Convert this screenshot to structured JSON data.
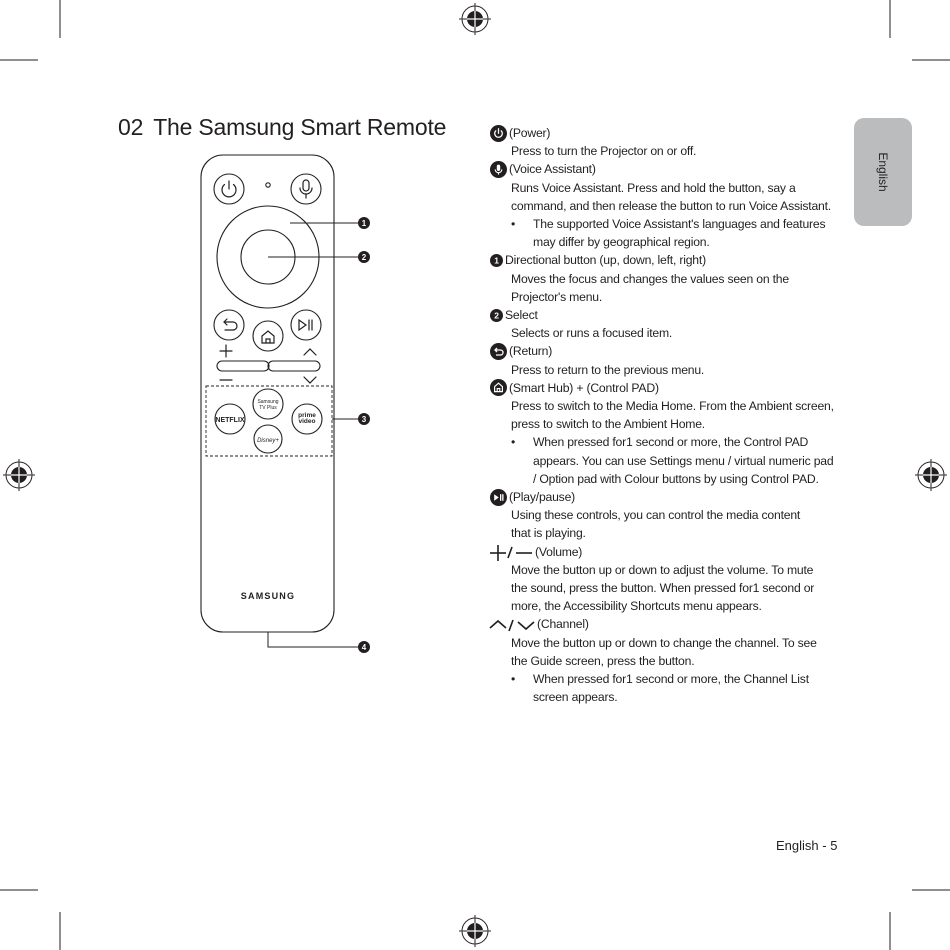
{
  "page": {
    "chapter_number": "02",
    "chapter_title": "The Samsung Smart Remote",
    "side_tab": "English",
    "footer": "English - 5"
  },
  "remote": {
    "brand": "SAMSUNG",
    "apps": {
      "netflix": "NETFLIX",
      "tvplus_line1": "Samsung",
      "tvplus_line2": "TV Plus",
      "prime_line1": "prime",
      "prime_line2": "video",
      "disney": "Disney+"
    },
    "callouts": [
      "1",
      "2",
      "3",
      "4"
    ]
  },
  "items": [
    {
      "icon": "power-icon",
      "title": "(Power)",
      "desc": [
        "Press to turn the Projector on or off."
      ],
      "bullets": []
    },
    {
      "icon": "microphone-icon",
      "title": "(Voice Assistant)",
      "desc": [
        "Runs Voice Assistant. Press and hold the button, say a",
        "command, and then release the button to run Voice Assistant."
      ],
      "bullets": [
        [
          "The supported Voice Assistant's languages and features",
          "may differ by geographical region."
        ]
      ]
    },
    {
      "icon": "callout-1-icon",
      "badge": "1",
      "title": "Directional button (up, down, left, right)",
      "desc": [
        "Moves the focus and changes the values seen on the",
        "Projector's menu."
      ],
      "bullets": []
    },
    {
      "icon": "callout-2-icon",
      "badge": "2",
      "title": "Select",
      "desc": [
        "Selects or runs a focused item."
      ],
      "bullets": []
    },
    {
      "icon": "return-icon",
      "title": "(Return)",
      "desc": [
        "Press to return to the previous menu."
      ],
      "bullets": []
    },
    {
      "icon": "home-icon",
      "title": "(Smart Hub) + (Control PAD)",
      "desc": [
        "Press to switch to the Media Home. From the Ambient screen,",
        "press to switch to the Ambient Home."
      ],
      "bullets": [
        [
          "When pressed for1 second or more, the Control PAD",
          "appears. You can use Settings menu / virtual numeric pad",
          "/ Option pad with Colour buttons by using Control PAD."
        ]
      ]
    },
    {
      "icon": "play-pause-icon",
      "title": "(Play/pause)",
      "desc": [
        "Using these controls, you can control the media content",
        "that is playing."
      ],
      "bullets": []
    },
    {
      "icon": "volume-icon",
      "title": "(Volume)",
      "desc": [
        "Move the button up or down to adjust the volume. To mute",
        "the sound, press the button. When pressed for1 second or",
        "more, the Accessibility Shortcuts menu appears."
      ],
      "bullets": []
    },
    {
      "icon": "channel-icon",
      "title": "(Channel)",
      "desc": [
        "Move the button up or down to change the channel. To see",
        "the Guide screen, press the button."
      ],
      "bullets": [
        [
          "When pressed for1 second or more, the Channel List",
          "screen appears."
        ]
      ]
    }
  ]
}
